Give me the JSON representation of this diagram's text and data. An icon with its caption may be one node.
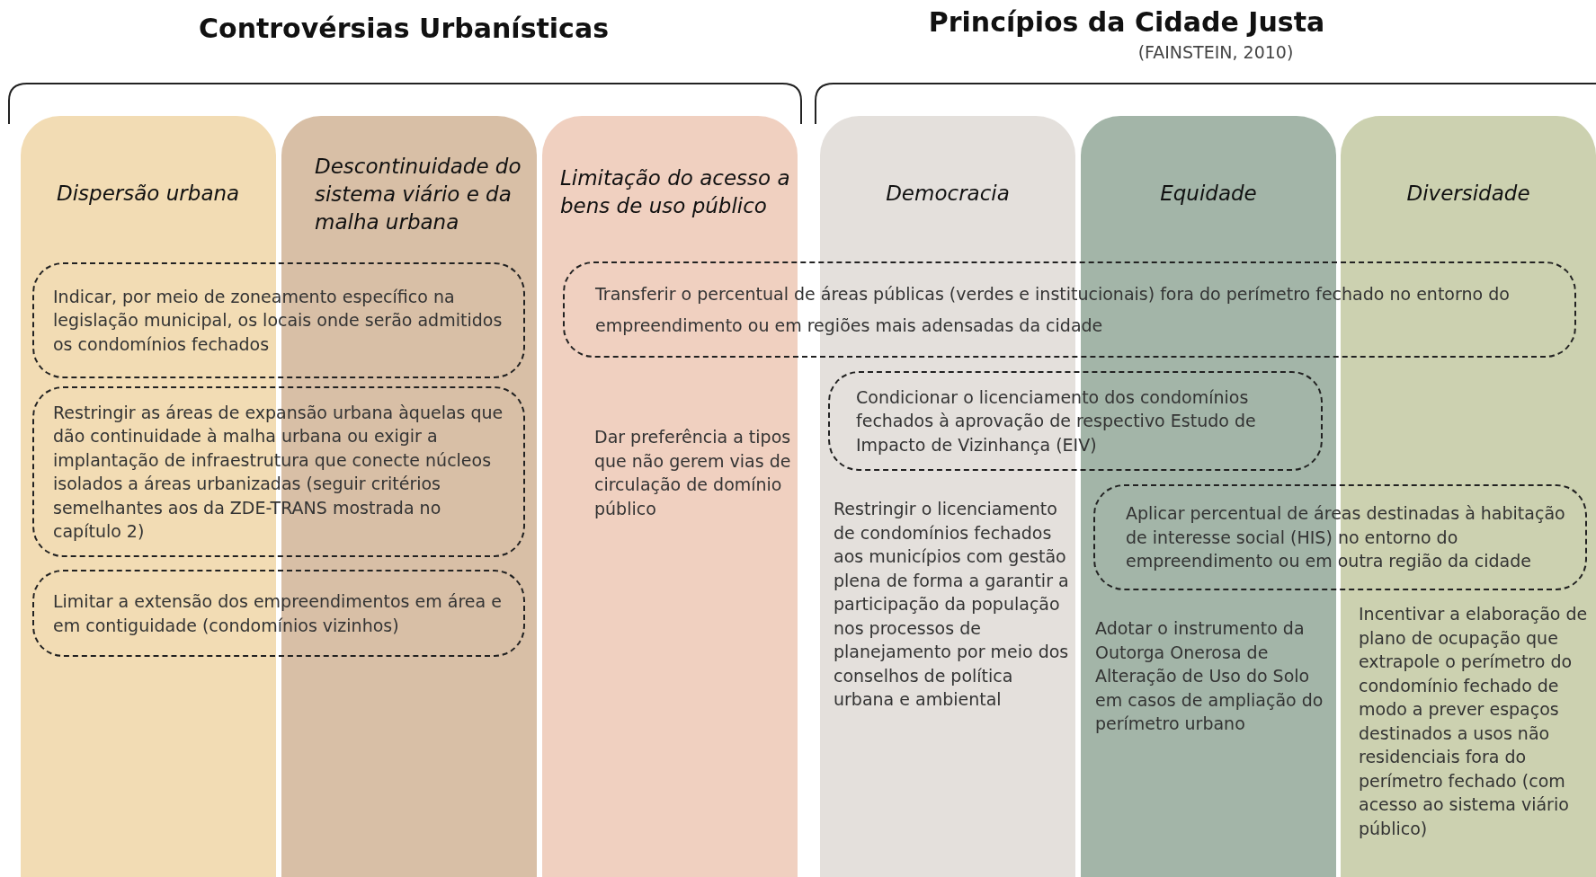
{
  "diagram": {
    "nodes": [
      {
        "text": [
          "Dispersão urbana"
        ]
      },
      {
        "text": [
          "Descontinuidade do sistema viário e da malha urbana"
        ]
      },
      {
        "text": [
          "Limitação do acesso a bens de uso público",
          "Dar preferência a tipos que não gerem vias de circulação de domínio público"
        ]
      },
      {
        "text": [
          "Democracia",
          "Restringir o licenciamento de condomínios fechados aos municípios com gestão plena de forma a garantir a participação da população nos processos de planejamento por meio dos conselhos de política urbana e ambiental"
        ]
      },
      {
        "text": [
          "Equidade",
          "Adotar o instrumento da Outorga Onerosa de Alteração de Uso do Solo em casos de ampliação do perímetro urbano"
        ]
      },
      {
        "text": [
          "Diversidade",
          "Incentivar a elaboração de plano de ocupação que extrapole o perímetro do condomínio fechado de modo a prever espaços destinados a usos não residenciais fora do perímetro fechado (com acesso ao sistema viário público)"
        ]
      },
      {
        "text": [
          "Indicar, por meio de zoneamento específico na legislação municipal, os locais onde serão admitidos os condomínios fechados"
        ]
      },
      {
        "text": [
          "Restringir as áreas de expansão urbana àquelas que dão continuidade à malha urbana ou exigir a implantação de infraestrutura que conecte núcleos isolados a áreas urbanizadas (seguir critérios semelhantes aos da ZDE-TRANS mostrada no capítulo 2)"
        ]
      },
      {
        "text": [
          "Limitar a extensão dos empreendimentos em área e em contiguidade (condomínios vizinhos)"
        ]
      },
      {
        "text": [
          "Transferir o percentual de áreas públicas (verdes e institucionais) fora do perímetro fechado  no entorno do empreendimento ou em regiões mais adensadas da cidade"
        ]
      },
      {
        "text": [
          "Condicionar o licenciamento dos condomínios fechados à aprovação de respectivo Estudo de Impacto de Vizinhança (EIV)"
        ]
      },
      {
        "text": [
          "Aplicar percentual de áreas destinadas à habitação de interesse social (HIS) no entorno do empreendimento ou em outra região da cidade"
        ]
      }
    ],
    "edges": [],
    "labels": [
      "Controvérsias Urbanísticas",
      "Princípios da Cidade Justa",
      "(FAINSTEIN, 2010)"
    ]
  }
}
